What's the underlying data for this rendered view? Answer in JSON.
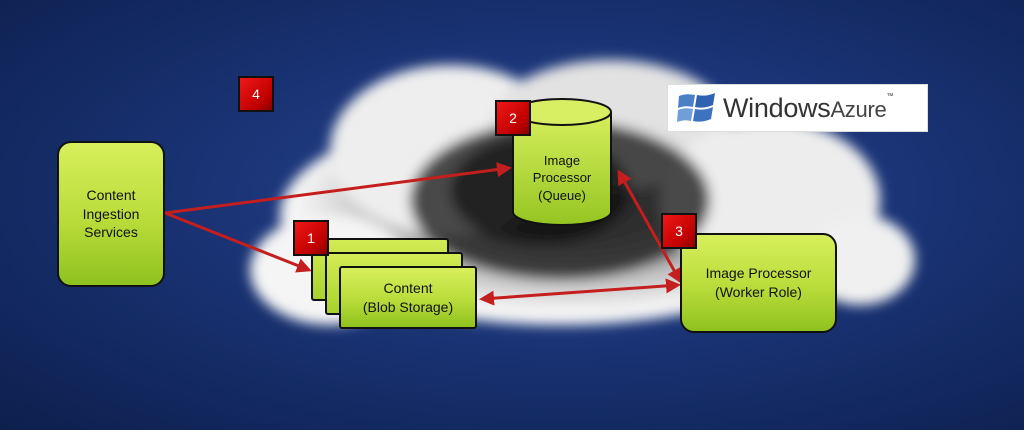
{
  "nodes": {
    "ingestion": {
      "label": "Content\nIngestion\nServices"
    },
    "queue": {
      "label": "Image\nProcessor\n(Queue)"
    },
    "blob": {
      "label": "Content\n(Blob Storage)"
    },
    "worker": {
      "label": "Image Processor\n(Worker Role)"
    }
  },
  "badges": [
    "1",
    "2",
    "3",
    "4"
  ],
  "logo": {
    "word1": "Windows",
    "word2": "Azure",
    "tm": "™"
  },
  "colors": {
    "box_fill": "#b9dc3a",
    "badge": "#d40000",
    "arrow": "#c41e1e",
    "sky": "#1b3578"
  },
  "connections": [
    {
      "from": "ingestion",
      "to": "queue",
      "direction": "forward"
    },
    {
      "from": "ingestion",
      "to": "blob",
      "direction": "forward"
    },
    {
      "from": "queue",
      "to": "worker",
      "direction": "both"
    },
    {
      "from": "blob",
      "to": "worker",
      "direction": "both"
    }
  ]
}
